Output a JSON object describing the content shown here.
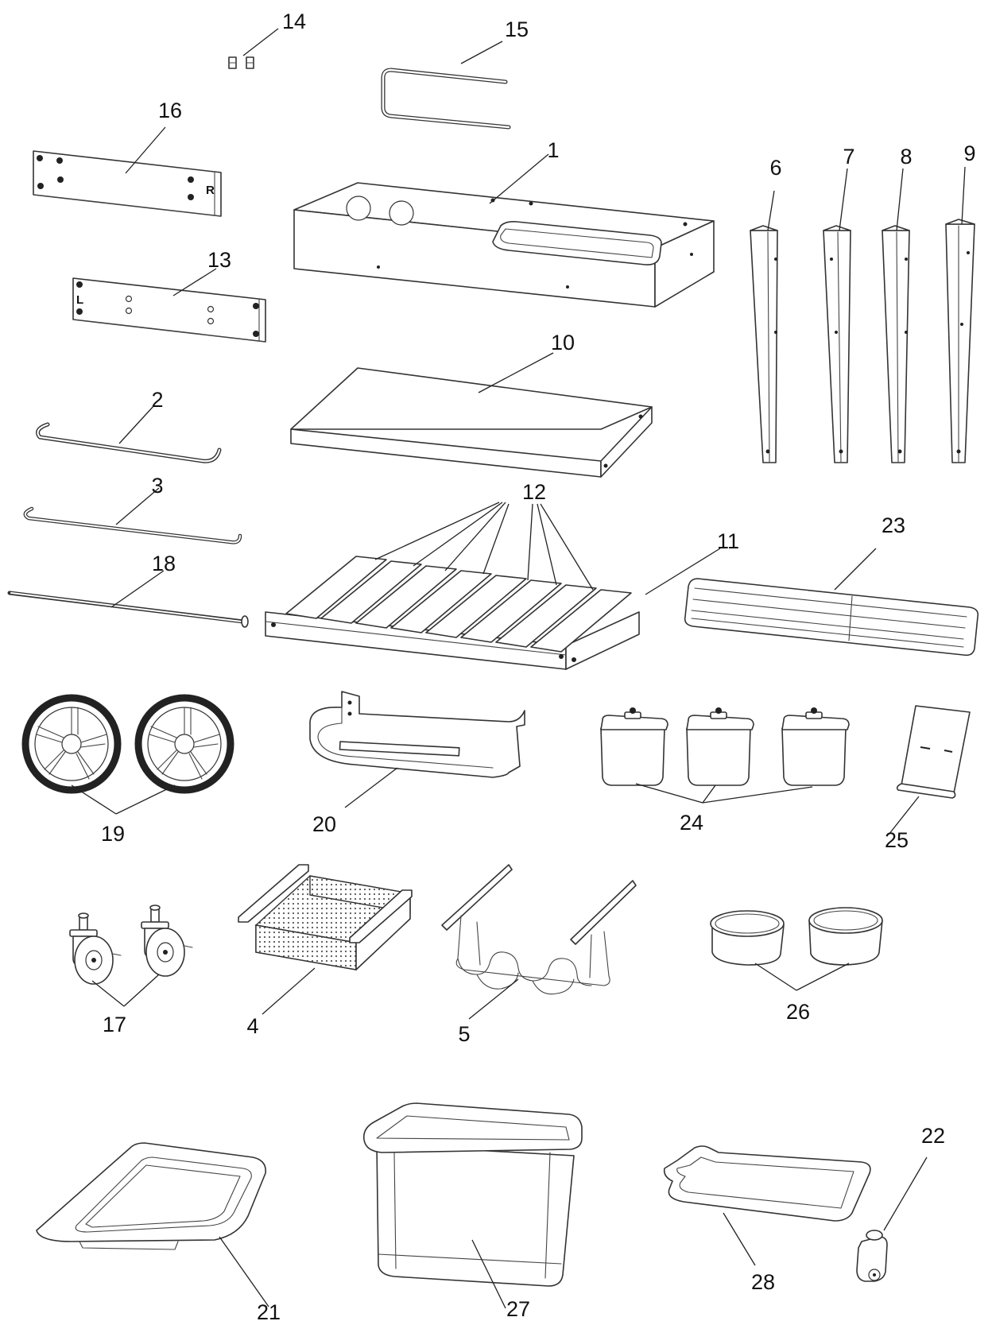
{
  "callouts": [
    {
      "label": "1"
    },
    {
      "label": "2"
    },
    {
      "label": "3"
    },
    {
      "label": "4"
    },
    {
      "label": "5"
    },
    {
      "label": "6"
    },
    {
      "label": "7"
    },
    {
      "label": "8"
    },
    {
      "label": "9"
    },
    {
      "label": "10"
    },
    {
      "label": "11"
    },
    {
      "label": "12"
    },
    {
      "label": "13"
    },
    {
      "label": "14"
    },
    {
      "label": "15"
    },
    {
      "label": "16"
    },
    {
      "label": "17"
    },
    {
      "label": "18"
    },
    {
      "label": "19"
    },
    {
      "label": "20"
    },
    {
      "label": "21"
    },
    {
      "label": "22"
    },
    {
      "label": "23"
    },
    {
      "label": "24"
    },
    {
      "label": "25"
    },
    {
      "label": "26"
    },
    {
      "label": "27"
    },
    {
      "label": "28"
    }
  ],
  "panel_marks": {
    "right_panel": "R",
    "left_panel": "L"
  },
  "colors": {
    "line": "#333333",
    "background": "#ffffff",
    "text": "#111111"
  }
}
